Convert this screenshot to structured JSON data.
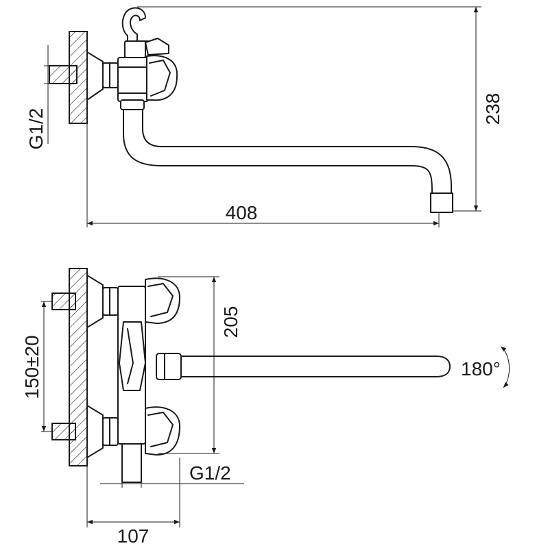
{
  "top_view": {
    "dim_width": "408",
    "dim_height": "238",
    "dim_thread": "G1/2"
  },
  "front_view": {
    "dim_spacing": "150±20",
    "dim_height": "205",
    "dim_thread": "G1/2",
    "dim_depth": "107",
    "rotation": "180°"
  }
}
